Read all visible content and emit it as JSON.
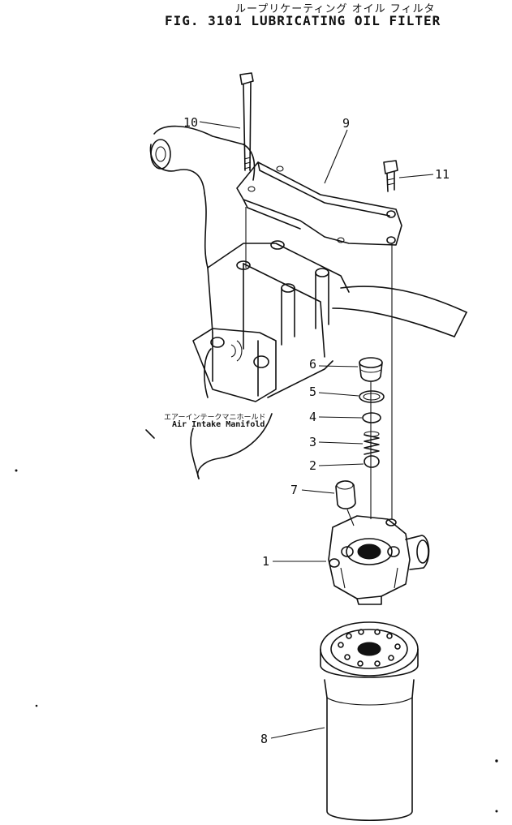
{
  "title": {
    "japanese": "ループリケーティング オイル フィルタ",
    "english": "FIG. 3101  LUBRICATING OIL FILTER"
  },
  "manifold_label": {
    "japanese": "エアーインテークマニホールド",
    "english": "Air Intake Manifold"
  },
  "callouts": [
    "1",
    "2",
    "3",
    "4",
    "5",
    "6",
    "7",
    "8",
    "9",
    "10",
    "11"
  ],
  "colors": {
    "ink": "#111111",
    "paper": "#ffffff"
  }
}
